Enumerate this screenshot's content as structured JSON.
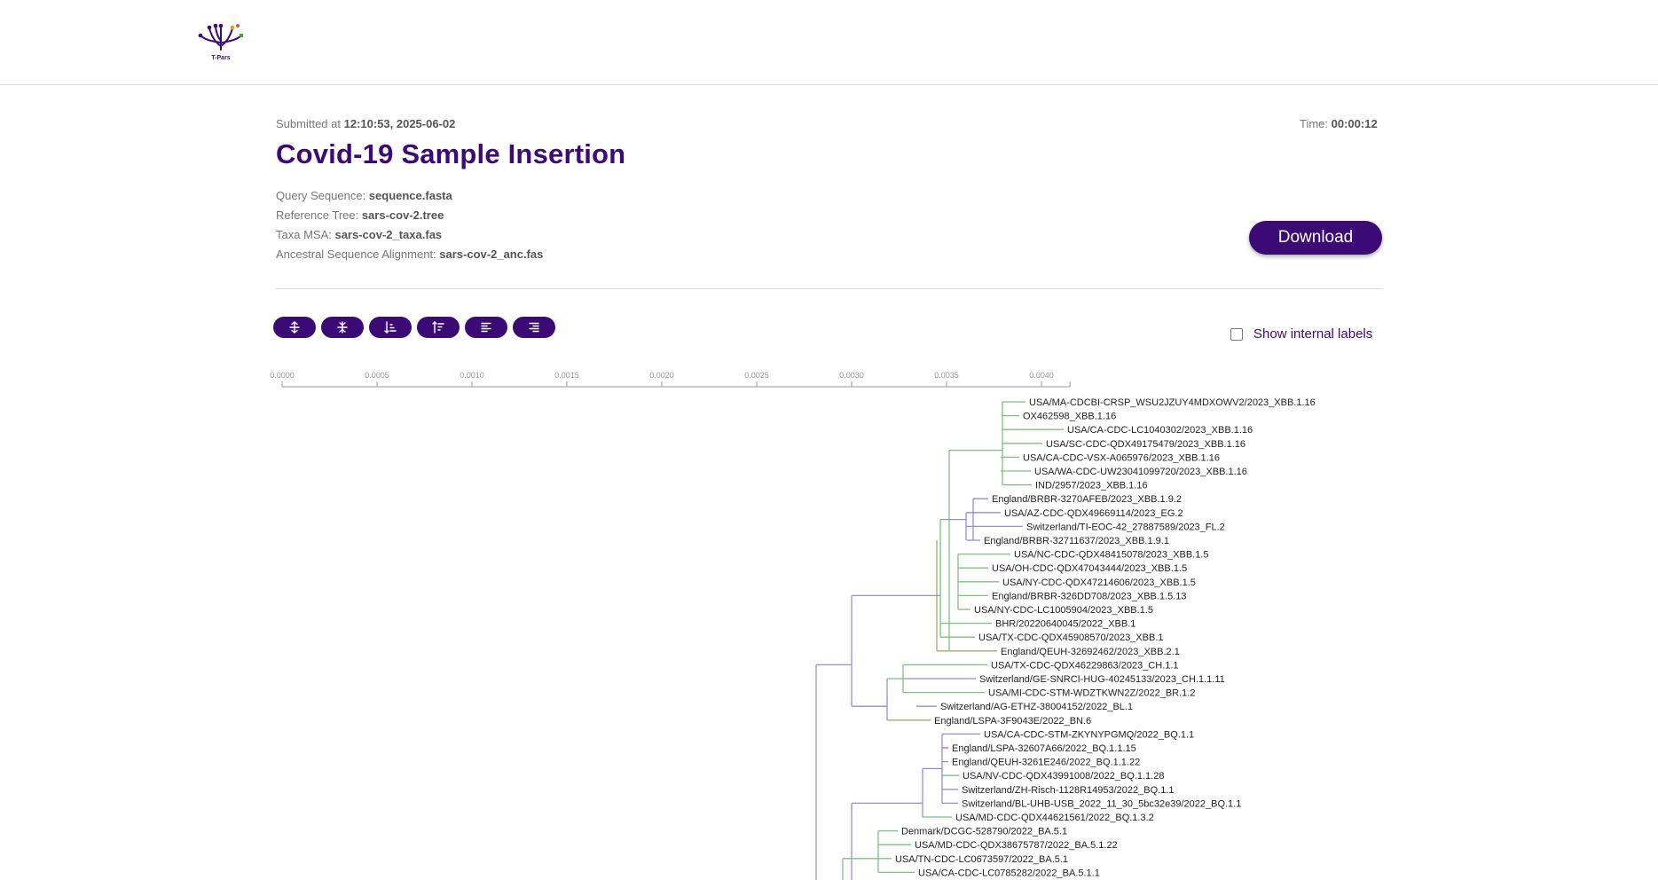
{
  "brand": {
    "logo_text": "T-Pars"
  },
  "header": {
    "submitted_label": "Submitted at ",
    "submitted_value": "12:10:53, 2025-06-02",
    "time_label": "Time: ",
    "time_value": "00:00:12",
    "title": "Covid-19 Sample Insertion"
  },
  "files": [
    {
      "label": "Query Sequence: ",
      "value": "sequence.fasta"
    },
    {
      "label": "Reference Tree: ",
      "value": "sars-cov-2.tree"
    },
    {
      "label": "Taxa MSA: ",
      "value": "sars-cov-2_taxa.fas"
    },
    {
      "label": "Ancestral Sequence Alignment: ",
      "value": "sars-cov-2_anc.fas"
    }
  ],
  "download_label": "Download",
  "toolbar": {
    "buttons": [
      "expand-vertical-icon",
      "compress-vertical-icon",
      "sort-ascending-icon",
      "sort-descending-icon",
      "align-left-icon",
      "align-right-icon"
    ]
  },
  "show_internal_labels": {
    "label": "Show internal labels",
    "checked": false
  },
  "colors": {
    "brand": "#3b0a75",
    "branch_green": "#7fbf7f",
    "branch_purple": "#9a8ad8",
    "branch_olive": "#a3ad6a",
    "branch_red": "#e06060"
  },
  "tree": {
    "axis_ticks": [
      "0.0000",
      "0.0005",
      "0.0010",
      "0.0015",
      "0.0020",
      "0.0025",
      "0.0030",
      "0.0035",
      "0.0040"
    ],
    "leaves": [
      {
        "label": "USA/MA-CDCBI-CRSP_WSU2JZUY4MDXOWV2/2023_XBB.1.16",
        "color": "green"
      },
      {
        "label": "OX462598_XBB.1.16",
        "color": "green"
      },
      {
        "label": "USA/CA-CDC-LC1040302/2023_XBB.1.16",
        "color": "green"
      },
      {
        "label": "USA/SC-CDC-QDX49175479/2023_XBB.1.16",
        "color": "green"
      },
      {
        "label": "USA/CA-CDC-VSX-A065976/2023_XBB.1.16",
        "color": "green"
      },
      {
        "label": "USA/WA-CDC-UW23041099720/2023_XBB.1.16",
        "color": "green"
      },
      {
        "label": "IND/2957/2023_XBB.1.16",
        "color": "green"
      },
      {
        "label": "England/BRBR-3270AFEB/2023_XBB.1.9.2",
        "color": "purple"
      },
      {
        "label": "USA/AZ-CDC-QDX49669114/2023_EG.2",
        "color": "purple"
      },
      {
        "label": "Switzerland/TI-EOC-42_27887589/2023_FL.2",
        "color": "purple"
      },
      {
        "label": "England/BRBR-32711637/2023_XBB.1.9.1",
        "color": "purple"
      },
      {
        "label": "USA/NC-CDC-QDX48415078/2023_XBB.1.5",
        "color": "green"
      },
      {
        "label": "USA/OH-CDC-QDX47043444/2023_XBB.1.5",
        "color": "green"
      },
      {
        "label": "USA/NY-CDC-QDX47214606/2023_XBB.1.5",
        "color": "green"
      },
      {
        "label": "England/BRBR-326DD708/2023_XBB.1.5.13",
        "color": "green"
      },
      {
        "label": "USA/NY-CDC-LC1005904/2023_XBB.1.5",
        "color": "green"
      },
      {
        "label": "BHR/20220640045/2022_XBB.1",
        "color": "green"
      },
      {
        "label": "USA/TX-CDC-QDX45908570/2023_XBB.1",
        "color": "green"
      },
      {
        "label": "England/QEUH-32692462/2023_XBB.2.1",
        "color": "olive"
      },
      {
        "label": "USA/TX-CDC-QDX46229863/2023_CH.1.1",
        "color": "green"
      },
      {
        "label": "Switzerland/GE-SNRCI-HUG-40245133/2023_CH.1.1.11",
        "color": "purple"
      },
      {
        "label": "USA/MI-CDC-STM-WDZTKWN2Z/2022_BR.1.2",
        "color": "green"
      },
      {
        "label": "Switzerland/AG-ETHZ-38004152/2022_BL.1",
        "color": "purple"
      },
      {
        "label": "England/LSPA-3F9043E/2022_BN.6",
        "color": "olive"
      },
      {
        "label": "USA/CA-CDC-STM-ZKYNYPGMQ/2022_BQ.1.1",
        "color": "purple"
      },
      {
        "label": "England/LSPA-32607A66/2022_BQ.1.1.15",
        "color": "red"
      },
      {
        "label": "England/QEUH-3261E246/2022_BQ.1.1.22",
        "color": "purple"
      },
      {
        "label": "USA/NV-CDC-QDX43991008/2022_BQ.1.1.28",
        "color": "green"
      },
      {
        "label": "Switzerland/ZH-Risch-1128R14953/2022_BQ.1.1",
        "color": "purple"
      },
      {
        "label": "Switzerland/BL-UHB-USB_2022_11_30_5bc32e39/2022_BQ.1.1",
        "color": "purple"
      },
      {
        "label": "USA/MD-CDC-QDX44621561/2022_BQ.1.3.2",
        "color": "green"
      },
      {
        "label": "Denmark/DCGC-528790/2022_BA.5.1",
        "color": "green"
      },
      {
        "label": "USA/MD-CDC-QDX38675787/2022_BA.5.1.22",
        "color": "green"
      },
      {
        "label": "USA/TN-CDC-LC0673597/2022_BA.5.1",
        "color": "green"
      },
      {
        "label": "USA/CA-CDC-LC0785282/2022_BA.5.1.1",
        "color": "green"
      }
    ]
  }
}
